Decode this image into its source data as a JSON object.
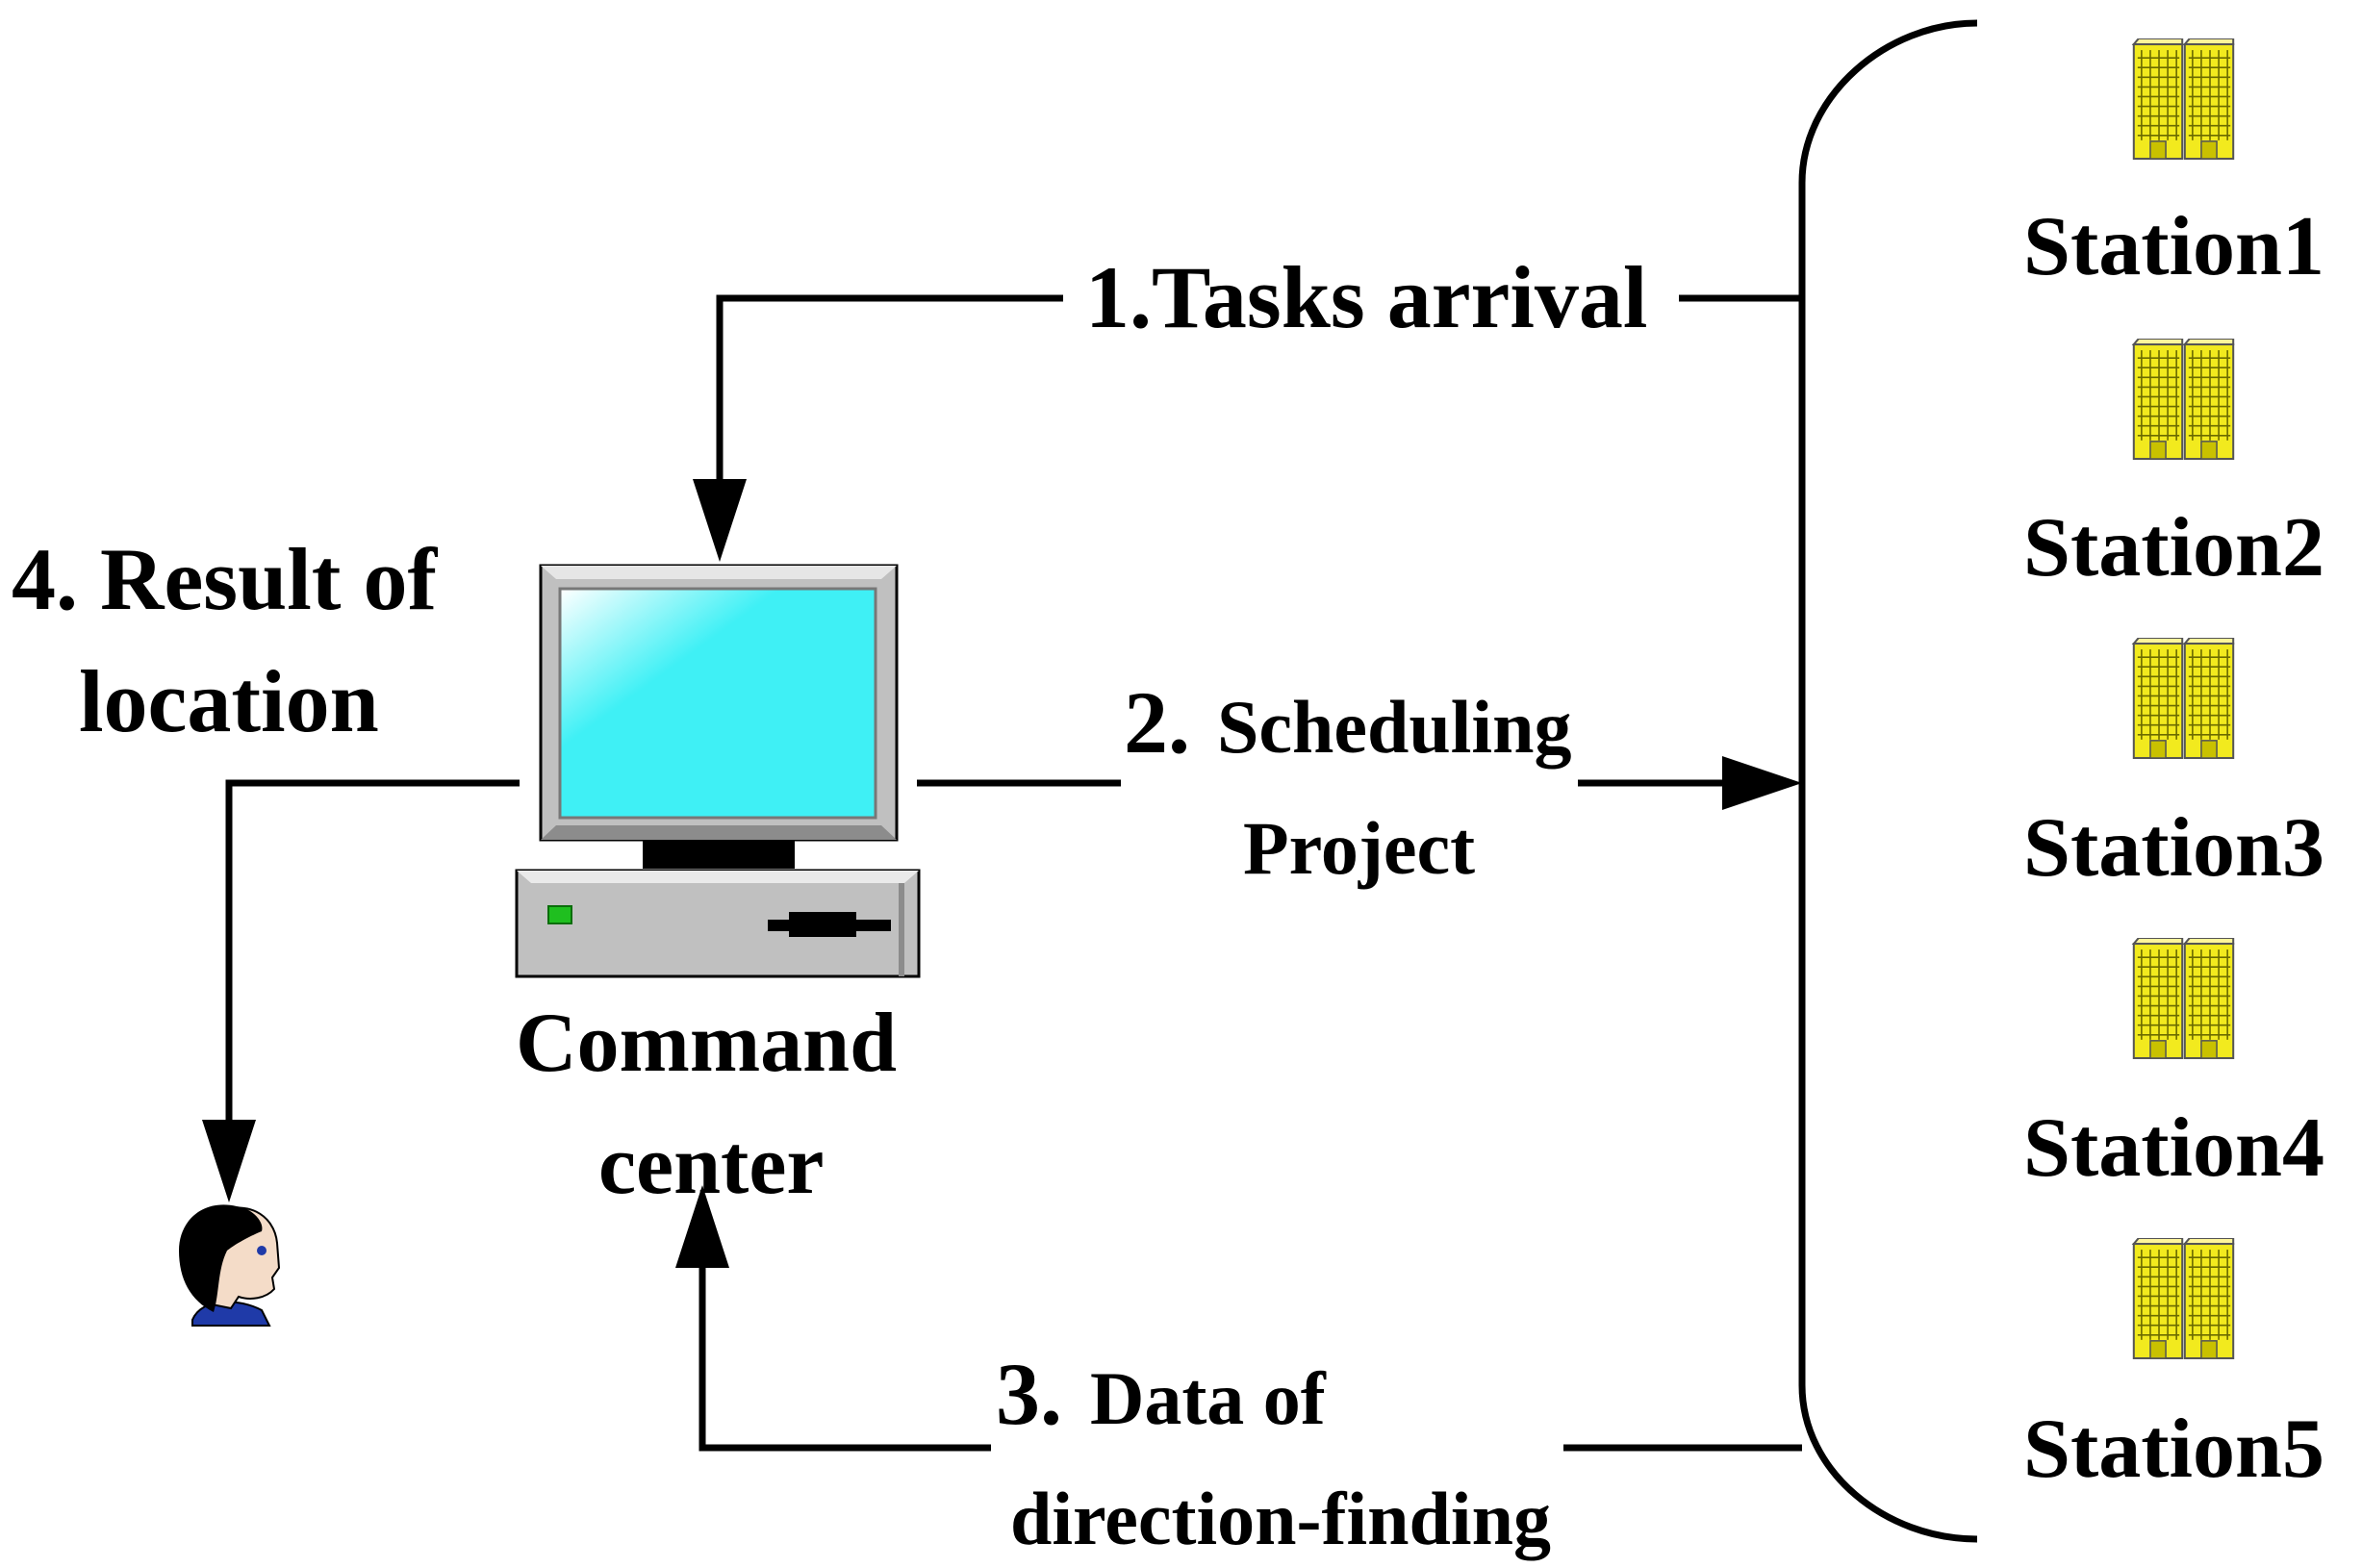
{
  "diagram": {
    "steps": {
      "tasks_arrival": "1.Tasks arrival",
      "scheduling_num": "2.",
      "scheduling_line1": "Scheduling",
      "scheduling_line2": "Project",
      "data_num": "3.",
      "data_line1": "Data of",
      "data_line2": "direction-finding",
      "result_line1": "4. Result of",
      "result_line2": "location"
    },
    "command_center": {
      "line1": "Command",
      "line2": "center"
    },
    "stations": [
      {
        "label": "Station1"
      },
      {
        "label": "Station2"
      },
      {
        "label": "Station3"
      },
      {
        "label": "Station4"
      },
      {
        "label": "Station5"
      }
    ],
    "colors": {
      "building": "#f2ea1e",
      "screen": "#3ff0f5",
      "monitor_body": "#c0c0c0",
      "person_shirt": "#1f3aa8"
    },
    "icons": [
      "monitor-icon",
      "person-icon",
      "building-icon"
    ]
  }
}
